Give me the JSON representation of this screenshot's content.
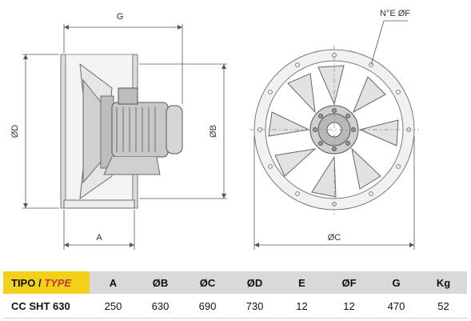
{
  "drawing": {
    "labels": {
      "g": "G",
      "a": "A",
      "d": "ØD",
      "b": "ØB",
      "c": "ØC",
      "holes": "N°E ØF"
    }
  },
  "table": {
    "header": {
      "tipo": "TIPO",
      "slash": " / ",
      "type": "TYPE",
      "columns": [
        "A",
        "ØB",
        "ØC",
        "ØD",
        "E",
        "ØF",
        "G",
        "Kg"
      ]
    },
    "row": {
      "model": "CC SHT 630",
      "values": [
        "250",
        "630",
        "690",
        "730",
        "12",
        "12",
        "470",
        "52"
      ]
    },
    "colors": {
      "header_accent": "#f3d01b",
      "header_gray": "#d9d9d9",
      "type_text": "#c0392b"
    }
  }
}
